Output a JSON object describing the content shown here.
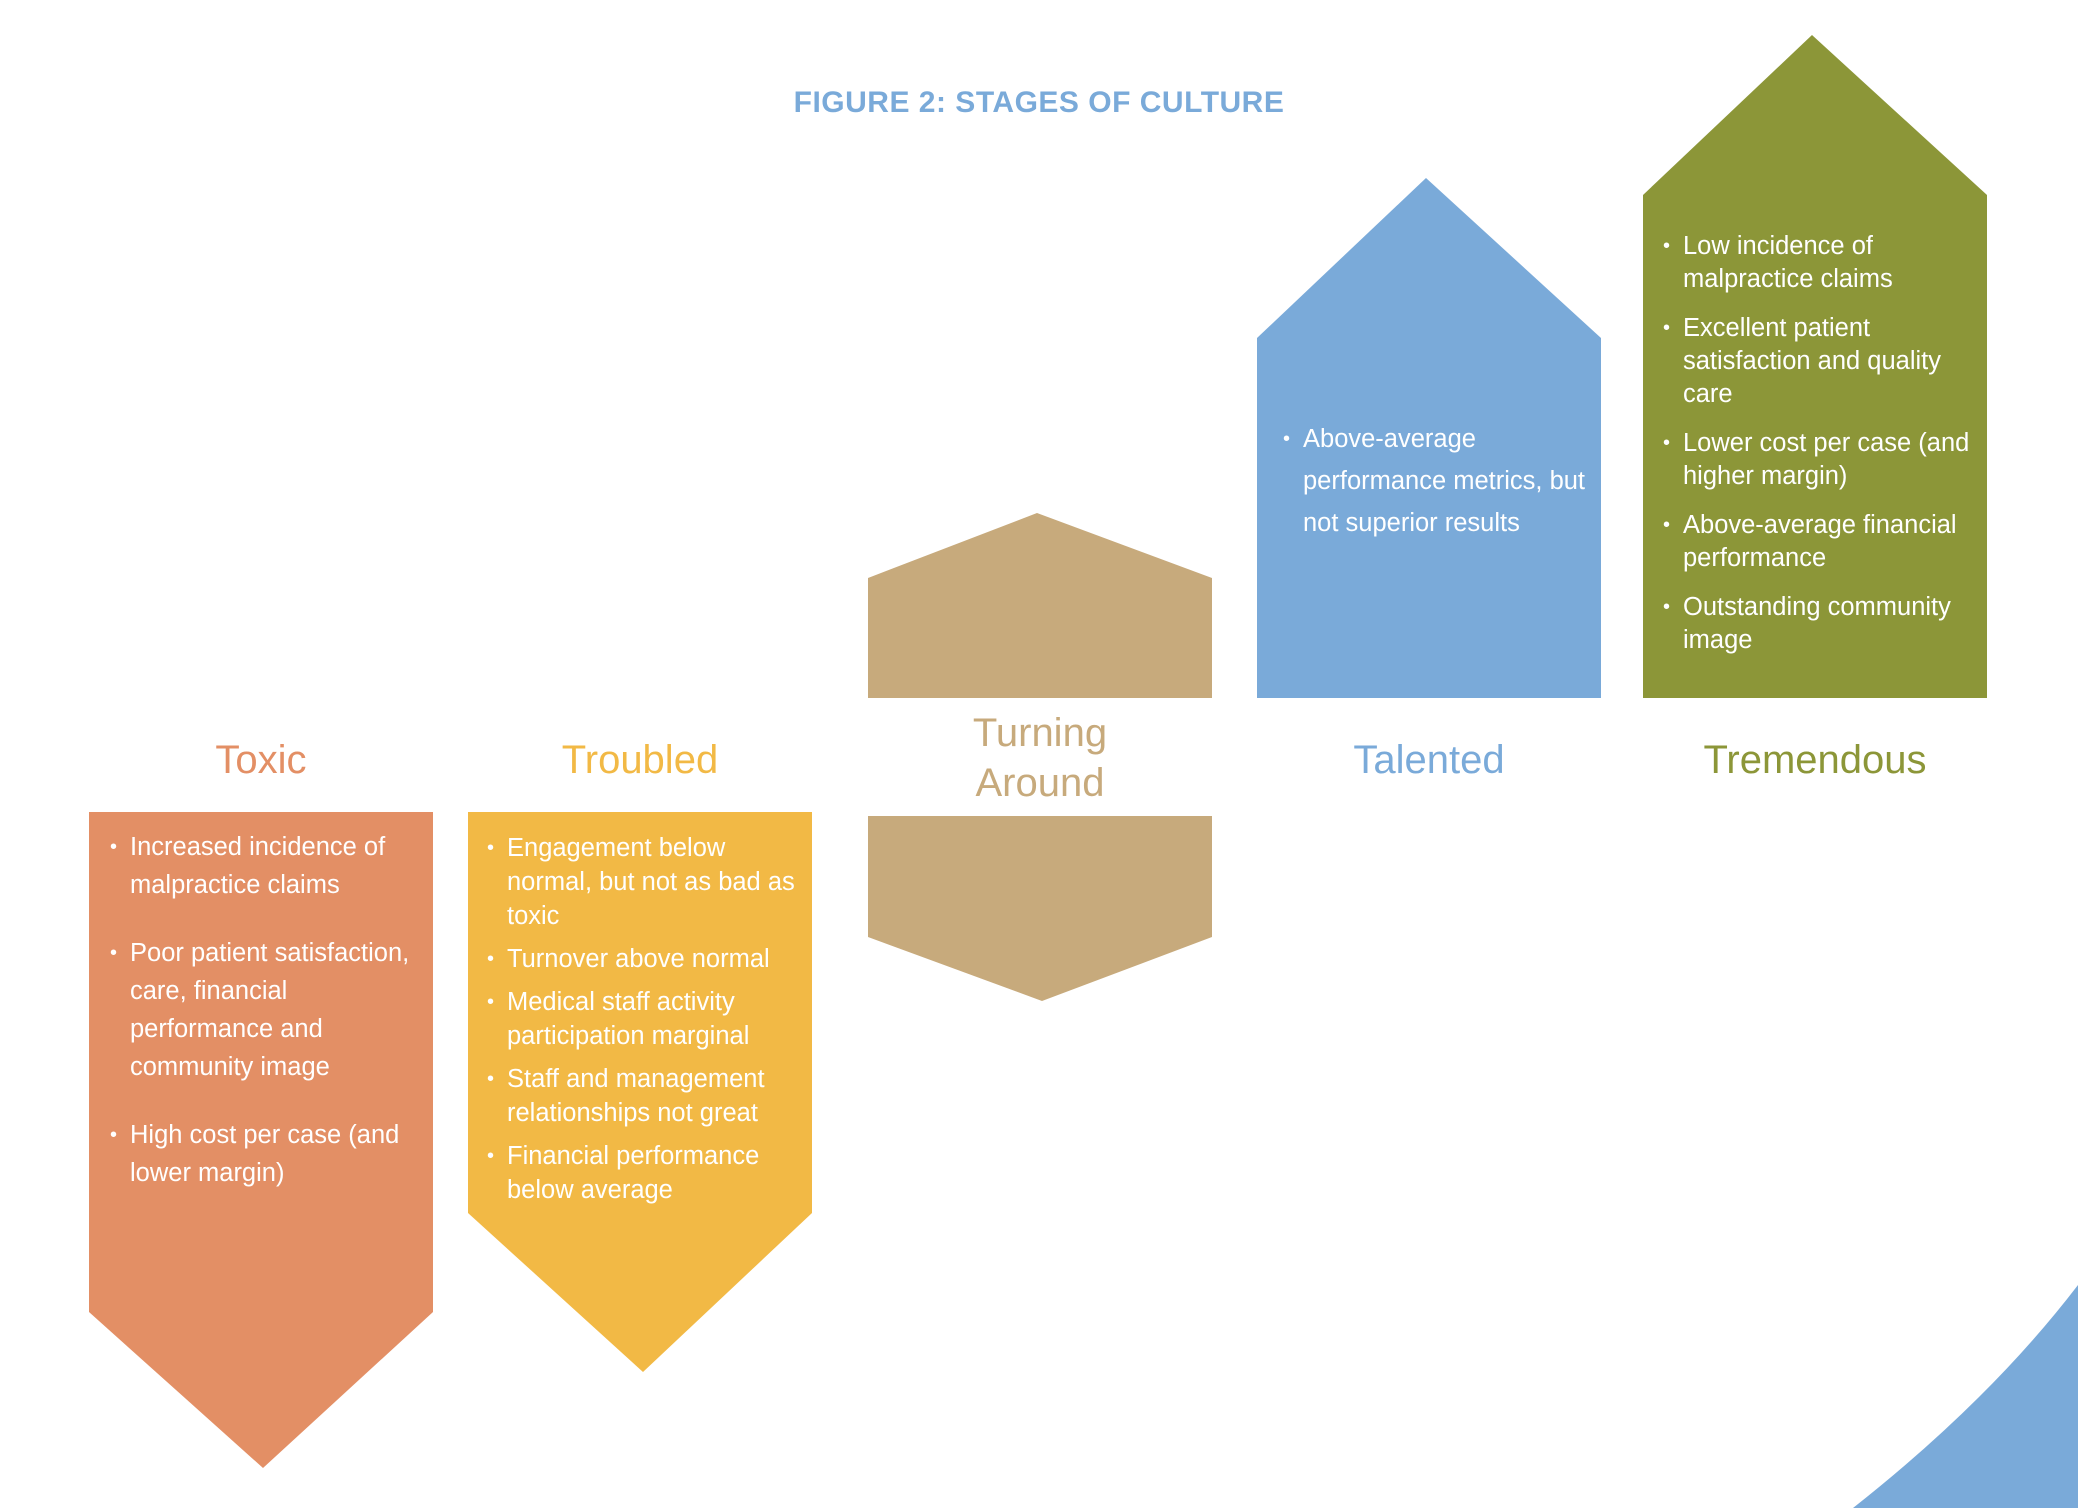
{
  "figure": {
    "title": "FIGURE 2: STAGES OF CULTURE"
  },
  "colors": {
    "title": "#7aaad9",
    "toxic": "#e38f65",
    "troubled": "#f2b945",
    "turning": "#c7aa7c",
    "talented": "#7aaad9",
    "tremendous": "#8c9638",
    "corner_accent": "#7aaad9"
  },
  "stages": [
    {
      "key": "toxic",
      "label": "Toxic",
      "direction": "down",
      "bullets": [
        "Increased incidence of malpractice claims",
        "Poor patient satisfaction, care, financial performance and community image",
        "High cost per case (and lower margin)"
      ]
    },
    {
      "key": "troubled",
      "label": "Troubled",
      "direction": "down",
      "bullets": [
        "Engagement below normal, but not as bad as toxic",
        "Turnover above normal",
        "Medical staff activity participation marginal",
        "Staff and management relationships not great",
        "Financial performance below average"
      ]
    },
    {
      "key": "turning",
      "label_line1": "Turning",
      "label_line2": "Around",
      "direction": "both",
      "bullets": []
    },
    {
      "key": "talented",
      "label": "Talented",
      "direction": "up",
      "bullets": [
        "Above-average performance metrics, but not superior results"
      ]
    },
    {
      "key": "tremendous",
      "label": "Tremendous",
      "direction": "up",
      "bullets": [
        "Low incidence of malpractice claims",
        "Excellent patient satisfaction and quality care",
        "Lower cost per case (and higher margin)",
        "Above-average financial performance",
        "Outstanding community image"
      ]
    }
  ]
}
